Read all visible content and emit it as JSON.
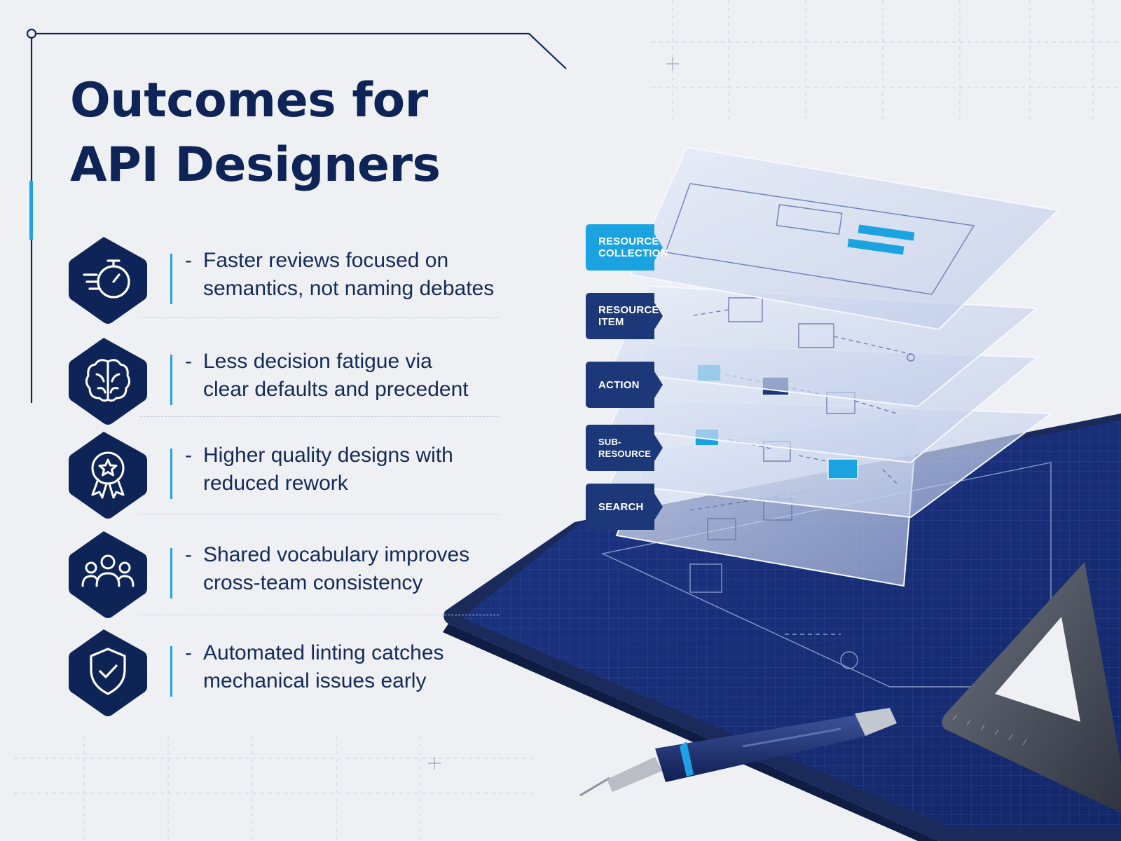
{
  "title": {
    "line1": "Outcomes for",
    "line2": "API Designers"
  },
  "outcomes": [
    {
      "icon": "stopwatch-icon",
      "dash": "-",
      "line1": "Faster reviews focused on",
      "line2": "semantics, not naming debates"
    },
    {
      "icon": "brain-icon",
      "dash": "-",
      "line1": "Less decision fatigue via",
      "line2": "clear defaults and precedent"
    },
    {
      "icon": "award-badge-icon",
      "dash": "-",
      "line1": "Higher quality designs with",
      "line2": "reduced rework"
    },
    {
      "icon": "team-icon",
      "dash": "-",
      "line1": "Shared vocabulary improves",
      "line2": "cross-team consistency"
    },
    {
      "icon": "shield-check-icon",
      "dash": "-",
      "line1": "Automated linting catches",
      "line2": "mechanical issues early"
    }
  ],
  "layer_tags": [
    {
      "line1": "Resource",
      "line2": "Collection",
      "color": "#1aa3e0"
    },
    {
      "line1": "Resource",
      "line2": "Item",
      "color": "#1d3878"
    },
    {
      "line1": "Action",
      "line2": "",
      "color": "#1d3878"
    },
    {
      "line1": "Sub-Resource",
      "line2": "",
      "color": "#1d3878"
    },
    {
      "line1": "Search",
      "line2": "",
      "color": "#1d3878"
    }
  ],
  "colors": {
    "navy": "#0e2456",
    "accent": "#1ea1e6",
    "background": "#eef0f4"
  }
}
